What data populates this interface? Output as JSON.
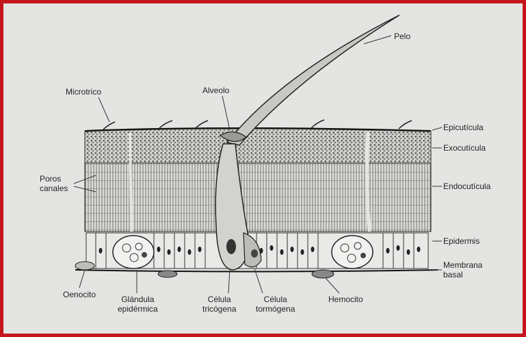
{
  "colors": {
    "border": "#c4161c",
    "background": "#e4e4e2",
    "ink": "#2a2a2a"
  },
  "labels": {
    "pelo": "Pelo",
    "microtrico": "Microtrico",
    "alveolo": "Alveolo",
    "epicuticula": "Epicutícula",
    "exocuticula": "Exocutícula",
    "endocuticula": "Endocutícula",
    "epidermis": "Epidermis",
    "membrana_basal_1": "Membrana",
    "membrana_basal_2": "basal",
    "poros_1": "Poros",
    "poros_2": "canales",
    "oenocito": "Oenocito",
    "glandula_1": "Glándula",
    "glandula_2": "epidérmica",
    "tricogena_1": "Célula",
    "tricogena_2": "tricógena",
    "tormogena_1": "Célula",
    "tormogena_2": "tormógena",
    "hemocito": "Hemocito"
  }
}
